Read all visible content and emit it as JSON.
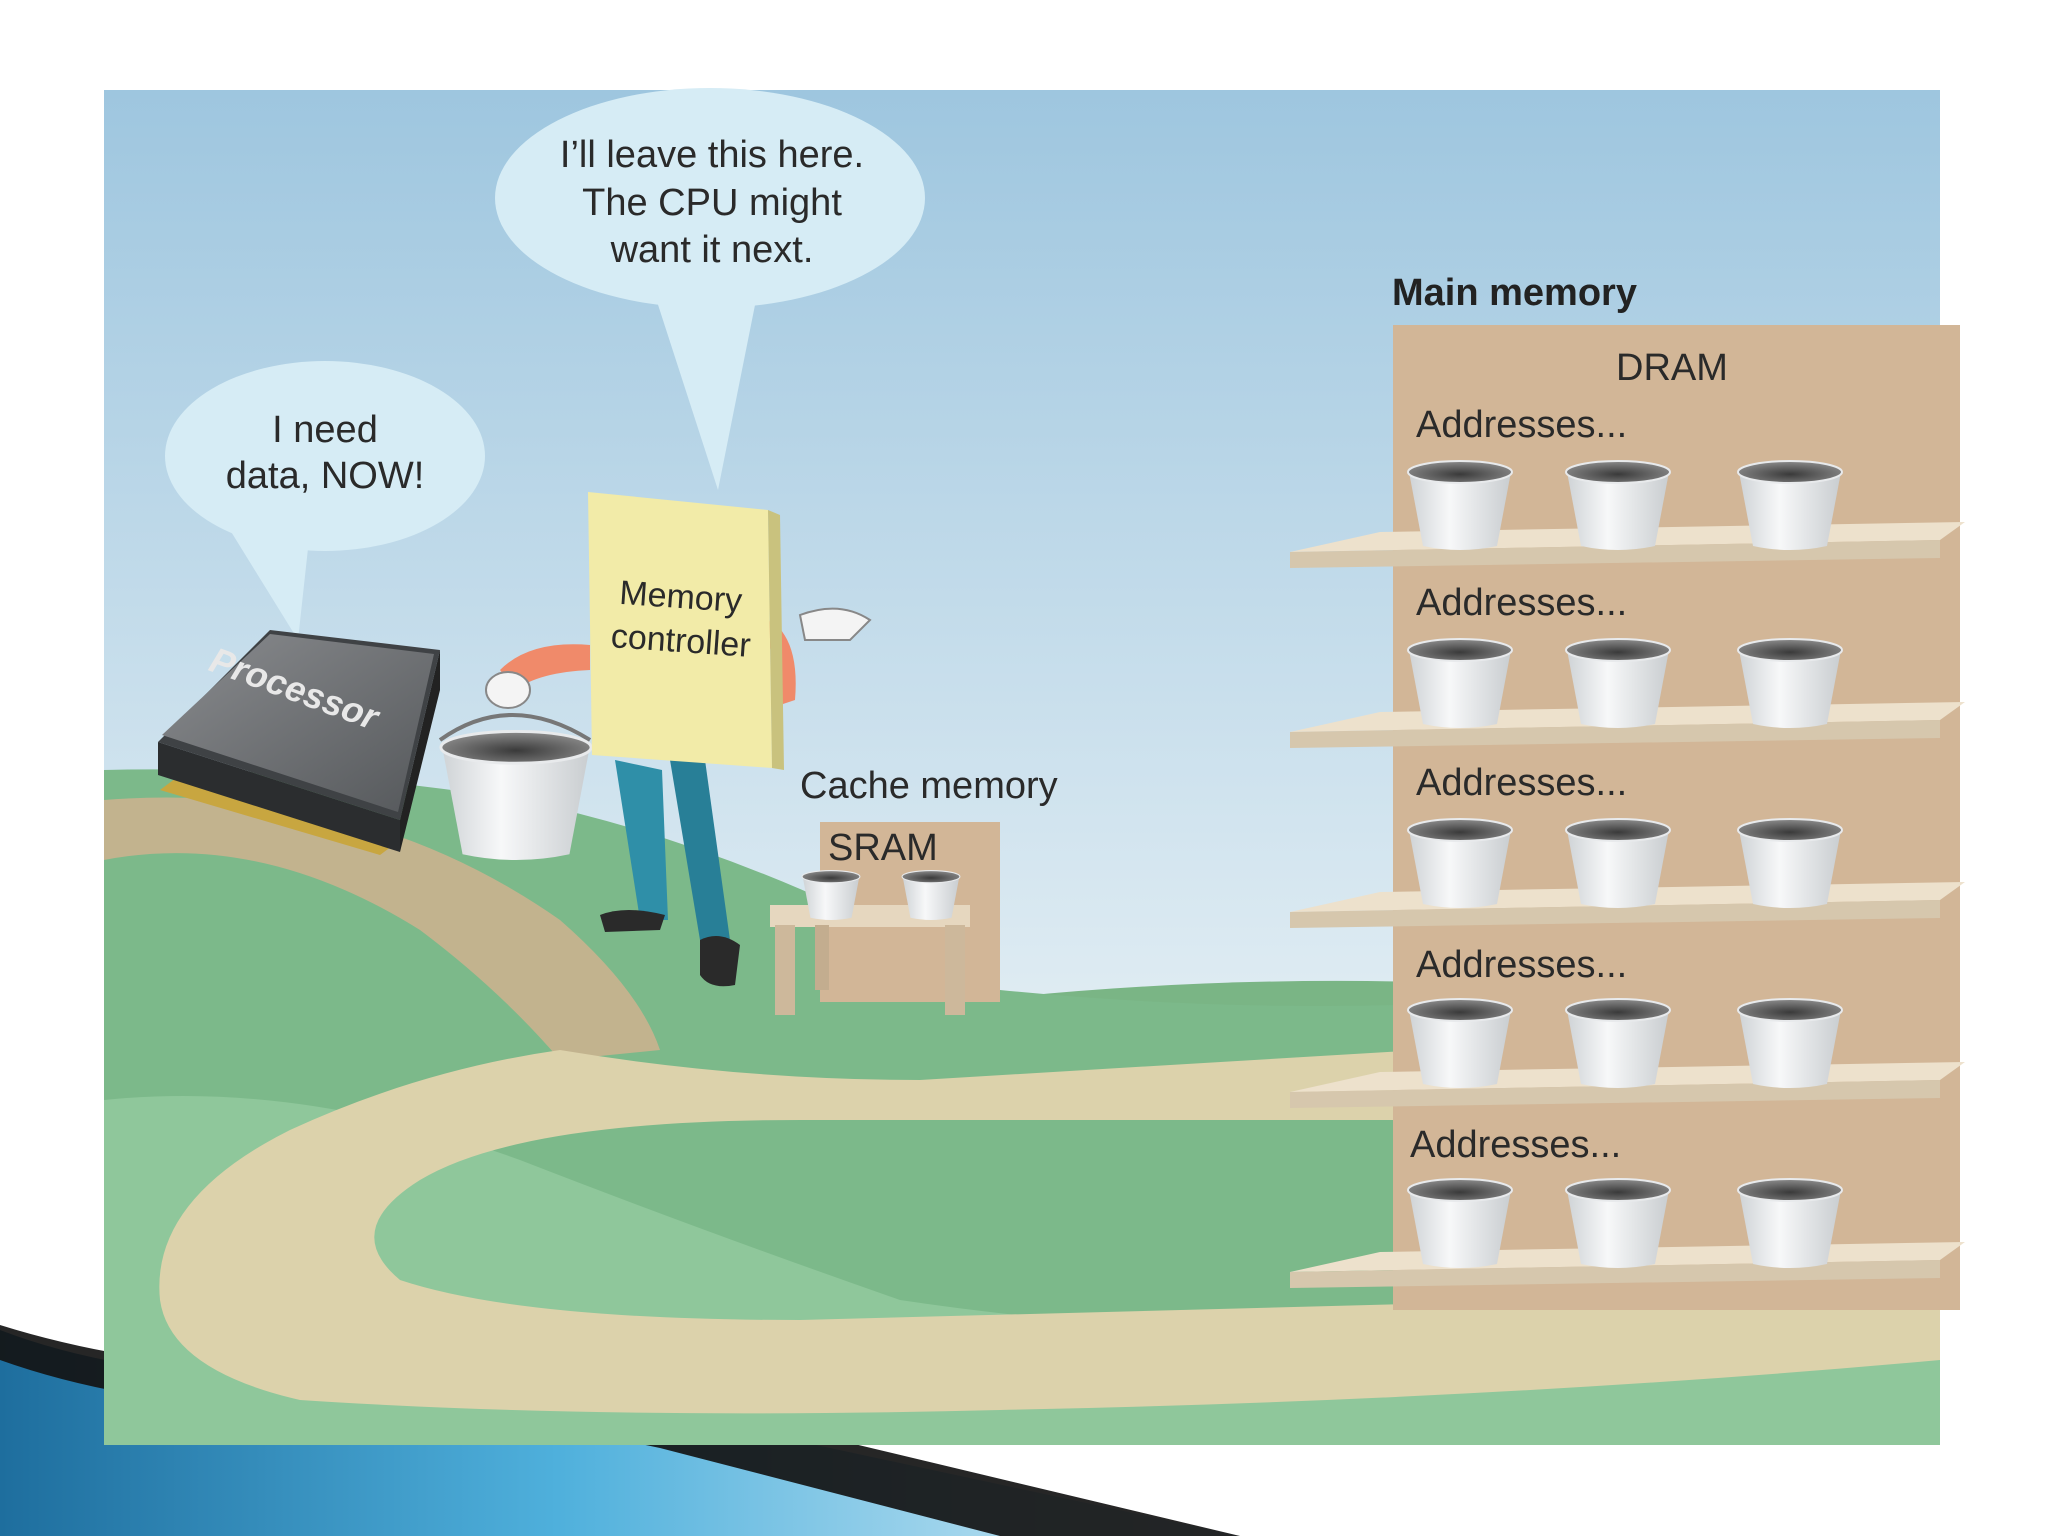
{
  "speech_bubbles": {
    "processor": {
      "line1": "I need",
      "line2": "data, NOW!"
    },
    "controller": {
      "line1": "I’ll leave this here.",
      "line2": "The CPU might",
      "line3": "want it next."
    }
  },
  "processor_chip": {
    "label": "Processor"
  },
  "memory_controller": {
    "line1": "Memory",
    "line2": "controller"
  },
  "cache": {
    "title": "Cache memory",
    "type": "SRAM"
  },
  "main_memory": {
    "title": "Main memory",
    "type": "DRAM",
    "shelves": [
      {
        "label": "Addresses..."
      },
      {
        "label": "Addresses..."
      },
      {
        "label": "Addresses..."
      },
      {
        "label": "Addresses..."
      },
      {
        "label": "Addresses..."
      }
    ]
  },
  "colors": {
    "sky_top": "#9ec6df",
    "sky_bottom": "#e9f2f6",
    "grass": "#7cb98a",
    "path": "#d9cfa8",
    "shelf_unit": "#d2b697",
    "controller_sign": "#f2eba8",
    "slide_accent": "#2a7fb0"
  }
}
